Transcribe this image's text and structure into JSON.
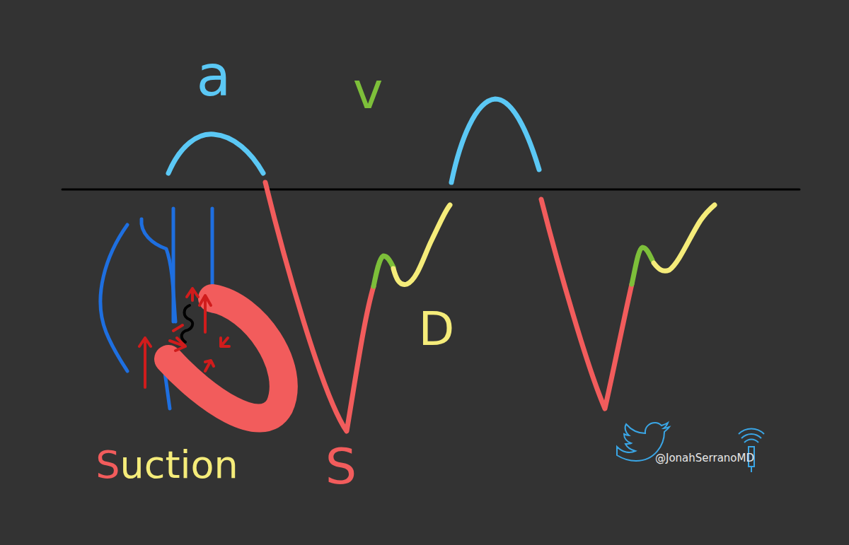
{
  "diagram": {
    "labels": [
      "a",
      "v",
      "D",
      "S",
      "Suction",
      "@JonahSerranoMD"
    ]
  }
}
